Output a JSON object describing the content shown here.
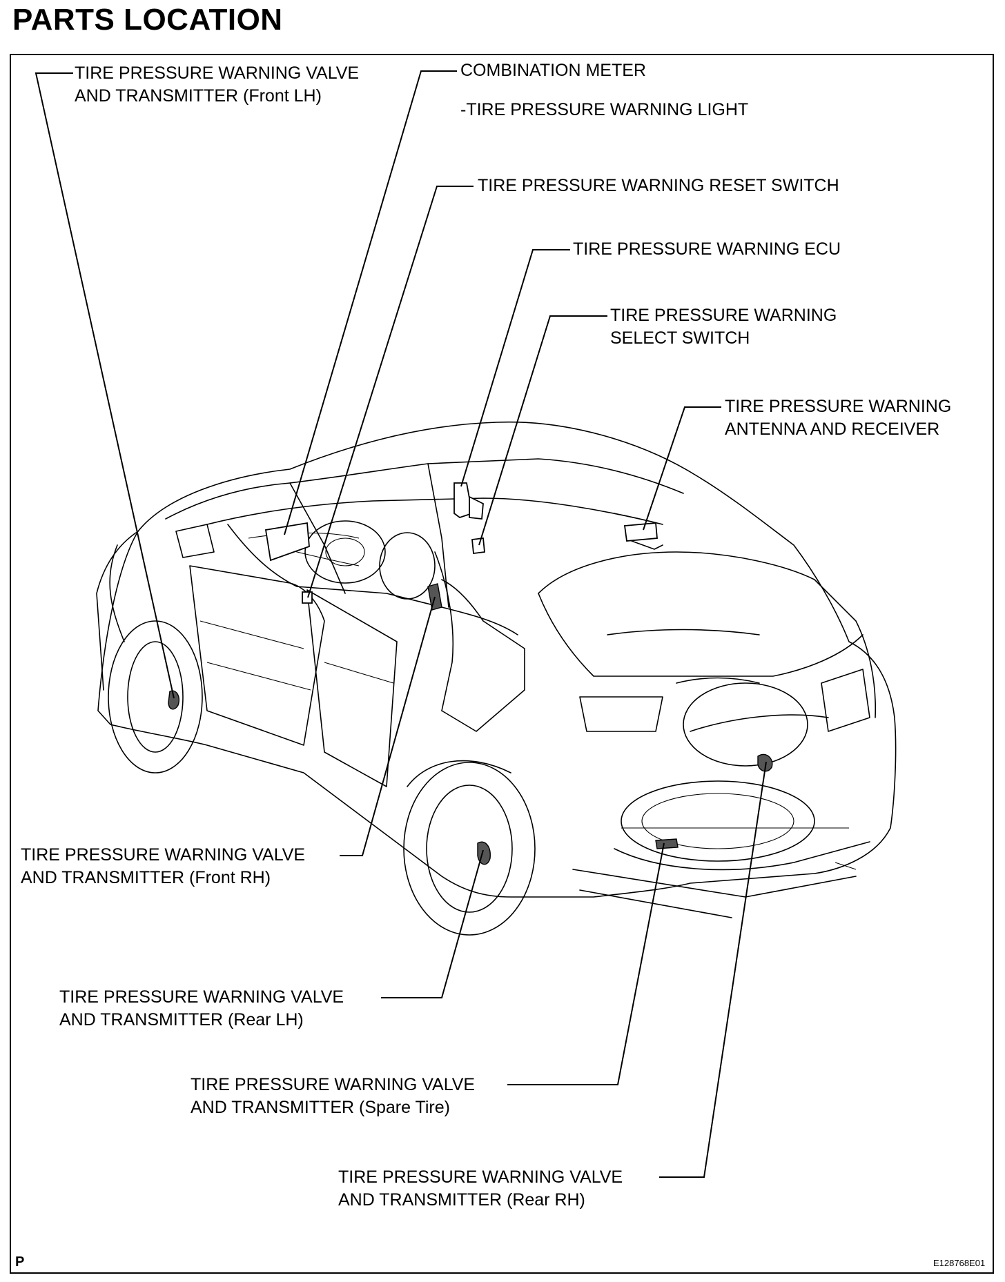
{
  "title": "PARTS LOCATION",
  "corner_letter": "P",
  "figure_code": "E128768E01",
  "labels": {
    "front_lh": [
      "TIRE PRESSURE WARNING VALVE",
      "AND TRANSMITTER (Front LH)"
    ],
    "combination_meter": [
      "COMBINATION METER",
      "-TIRE PRESSURE WARNING LIGHT"
    ],
    "reset_switch": [
      "TIRE PRESSURE WARNING RESET SWITCH"
    ],
    "ecu": [
      "TIRE PRESSURE WARNING ECU"
    ],
    "select_switch": [
      "TIRE PRESSURE WARNING",
      "SELECT SWITCH"
    ],
    "antenna_receiver": [
      "TIRE PRESSURE WARNING",
      "ANTENNA AND RECEIVER"
    ],
    "front_rh": [
      "TIRE PRESSURE WARNING VALVE",
      "AND TRANSMITTER (Front RH)"
    ],
    "rear_lh": [
      "TIRE PRESSURE WARNING VALVE",
      "AND TRANSMITTER (Rear LH)"
    ],
    "spare_tire": [
      "TIRE PRESSURE WARNING VALVE",
      "AND TRANSMITTER (Spare Tire)"
    ],
    "rear_rh": [
      "TIRE PRESSURE WARNING VALVE",
      "AND TRANSMITTER  (Rear RH)"
    ]
  }
}
